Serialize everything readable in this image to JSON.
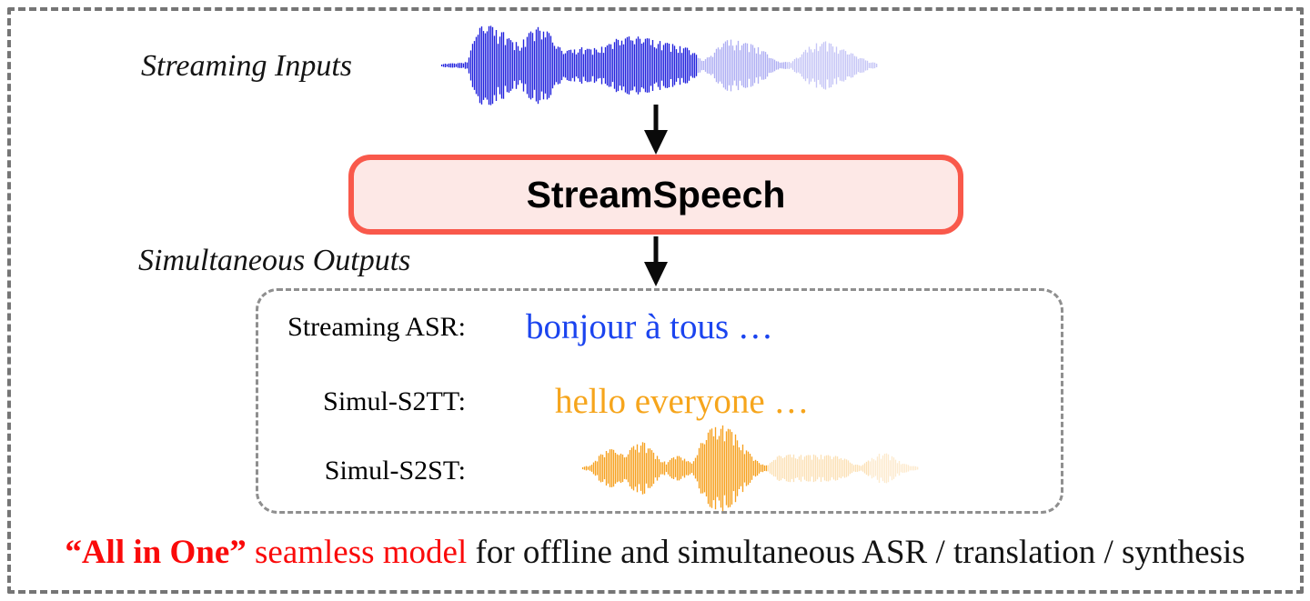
{
  "labels": {
    "streaming_inputs": "Streaming Inputs",
    "simultaneous_outputs": "Simultaneous Outputs"
  },
  "model_box": {
    "title": "StreamSpeech"
  },
  "outputs": {
    "rows": [
      {
        "label": "Streaming ASR:",
        "value": "bonjour à tous …"
      },
      {
        "label": "Simul-S2TT:",
        "value": "hello everyone …"
      },
      {
        "label": "Simul-S2ST:",
        "value": "english-speech-waveform"
      }
    ]
  },
  "caption": {
    "red_bold": "“All in One”",
    "red": " seamless model ",
    "black": "for offline and simultaneous ASR / translation / synthesis"
  },
  "theme": {
    "caption-red": "#fa0a0a",
    "asr-blue": "#1b44ef",
    "s2tt-orange": "#f6a51c",
    "box-border": "#f9594b",
    "box-fill": "#fde8e6",
    "frame-gray": "#757575",
    "outputs-border": "#8f8f8f",
    "arrow-black": "#0a0a0a"
  },
  "waveforms": {
    "input": {
      "semantic": "streaming-input-speech-waveform",
      "color": "#2222dd",
      "envelope": [
        0.04,
        0.05,
        0.06,
        0.1,
        0.9,
        1.0,
        0.95,
        0.85,
        0.6,
        0.55,
        0.8,
        0.95,
        0.9,
        0.55,
        0.35,
        0.4,
        0.45,
        0.4,
        0.45,
        0.5,
        0.65,
        0.7,
        0.72,
        0.7,
        0.65,
        0.6,
        0.55,
        0.5,
        0.45,
        0.3,
        0.12,
        0.3,
        0.55,
        0.65,
        0.6,
        0.55,
        0.5,
        0.35,
        0.15,
        0.08,
        0.1,
        0.25,
        0.45,
        0.55,
        0.6,
        0.5,
        0.4,
        0.3,
        0.2,
        0.1,
        0.05
      ],
      "segments": [
        {
          "start": 0.0,
          "end": 0.585,
          "opacity": 1.0
        },
        {
          "start": 0.585,
          "end": 0.79,
          "opacity": 0.36
        },
        {
          "start": 0.79,
          "end": 1.01,
          "opacity": 0.26
        }
      ]
    },
    "output": {
      "semantic": "simul-s2st-output-speech-waveform",
      "color": "#f6a11f",
      "envelope": [
        0.04,
        0.06,
        0.3,
        0.45,
        0.4,
        0.28,
        0.5,
        0.65,
        0.45,
        0.25,
        0.12,
        0.3,
        0.25,
        0.1,
        0.55,
        0.85,
        1.0,
        0.95,
        0.8,
        0.55,
        0.3,
        0.12,
        0.06,
        0.28,
        0.3,
        0.32,
        0.3,
        0.3,
        0.32,
        0.3,
        0.28,
        0.25,
        0.12,
        0.06,
        0.18,
        0.32,
        0.35,
        0.25,
        0.12,
        0.06,
        0.03
      ],
      "segments": [
        {
          "start": 0.0,
          "end": 0.55,
          "opacity": 1.0
        },
        {
          "start": 0.55,
          "end": 0.85,
          "opacity": 0.32
        },
        {
          "start": 0.85,
          "end": 1.01,
          "opacity": 0.22
        }
      ]
    }
  }
}
